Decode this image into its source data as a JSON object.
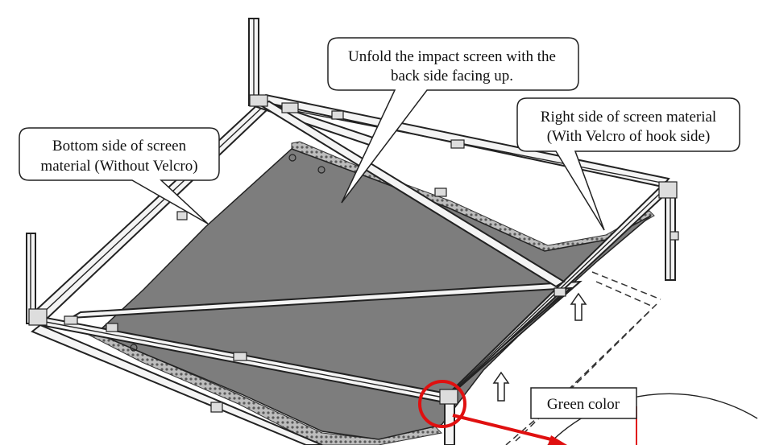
{
  "callouts": {
    "unfold": {
      "line1": "Unfold the impact screen with the",
      "line2": "back side facing up."
    },
    "right_side": {
      "line1": "Right side of screen material",
      "line2": "(With Velcro of hook side)"
    },
    "bottom_side": {
      "line1": "Bottom side of screen",
      "line2": "material (Without Velcro)"
    }
  },
  "label_box": {
    "text": "Green color"
  },
  "colors": {
    "screen": "#7d7d7d",
    "velcro": "#9a9a9a",
    "frame": "#f4f4f4",
    "outline": "#222222",
    "highlight": "#e01010",
    "green_line": "#e01010"
  },
  "icons": {
    "arrow_up": "up-arrow-icon",
    "circle": "highlight-circle-icon"
  }
}
